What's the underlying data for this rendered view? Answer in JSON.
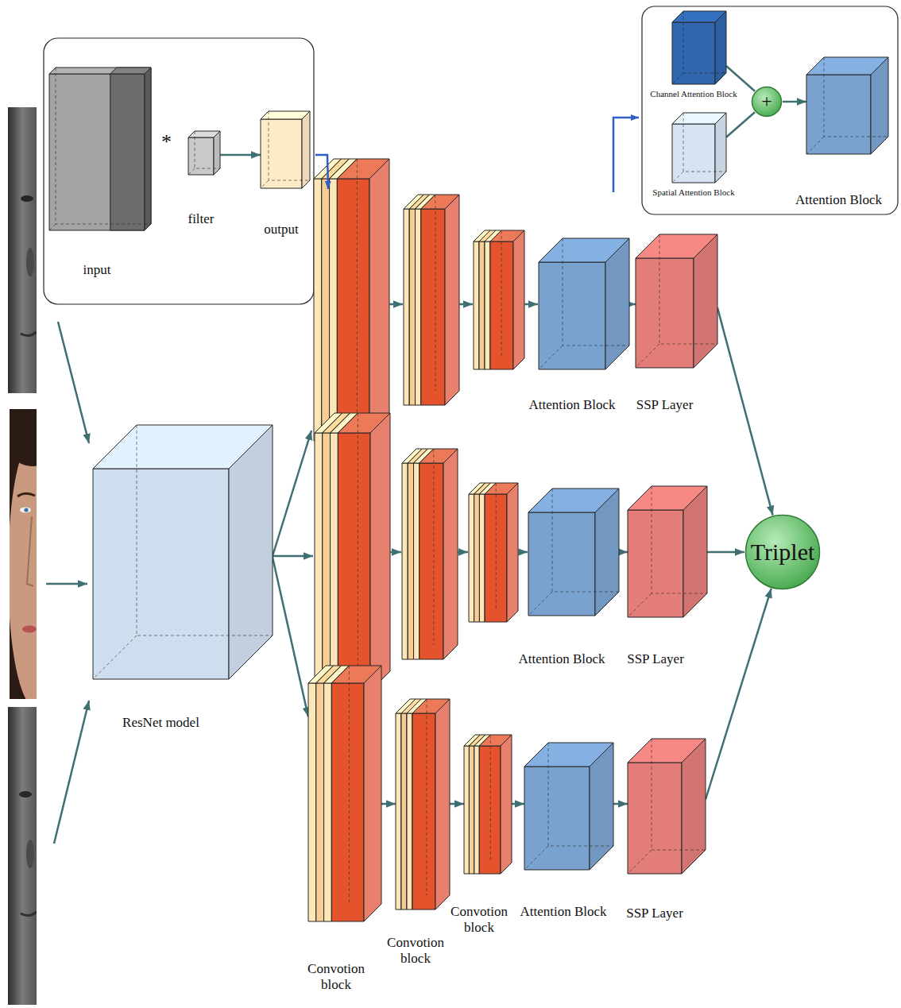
{
  "diagram": {
    "nodes": [
      {
        "text": [
          "input"
        ]
      },
      {
        "text": [
          "filter"
        ]
      },
      {
        "text": [
          "output"
        ]
      },
      {
        "text": [
          "Channel Attention Block"
        ]
      },
      {
        "text": [
          "Spatial Attention Block"
        ]
      },
      {
        "text": [
          "+"
        ]
      },
      {
        "text": [
          "Attention Block"
        ]
      },
      {
        "text": [
          "ResNet model"
        ]
      },
      {
        "text": [
          "Attention Block"
        ]
      },
      {
        "text": [
          "SSP Layer"
        ]
      },
      {
        "text": [
          "Attention Block"
        ]
      },
      {
        "text": [
          "SSP Layer"
        ]
      },
      {
        "text": [
          "Convotion block"
        ]
      },
      {
        "text": [
          "Convotion block"
        ]
      },
      {
        "text": [
          "Convotion block"
        ]
      },
      {
        "text": [
          "Attention Block"
        ]
      },
      {
        "text": [
          "SSP Layer"
        ]
      },
      {
        "text": [
          "Triplet"
        ]
      }
    ],
    "edges": [
      {
        "from": 1,
        "to": 2,
        "arrow": "to"
      },
      {
        "from": 3,
        "to": 5,
        "arrow": "none"
      },
      {
        "from": 4,
        "to": 5,
        "arrow": "none"
      },
      {
        "from": 5,
        "to": 6,
        "arrow": "to"
      },
      {
        "from": 7,
        "to": 12,
        "arrow": "to"
      },
      {
        "from": 8,
        "to": 9,
        "arrow": "to"
      },
      {
        "from": 10,
        "to": 11,
        "arrow": "to"
      },
      {
        "from": 12,
        "to": 13,
        "arrow": "to"
      },
      {
        "from": 13,
        "to": 14,
        "arrow": "to"
      },
      {
        "from": 14,
        "to": 15,
        "arrow": "to"
      },
      {
        "from": 15,
        "to": 16,
        "arrow": "to"
      },
      {
        "from": 9,
        "to": 17,
        "arrow": "to"
      },
      {
        "from": 11,
        "to": 17,
        "arrow": "to"
      },
      {
        "from": 16,
        "to": 17,
        "arrow": "to"
      }
    ],
    "labels": [
      "*"
    ]
  }
}
